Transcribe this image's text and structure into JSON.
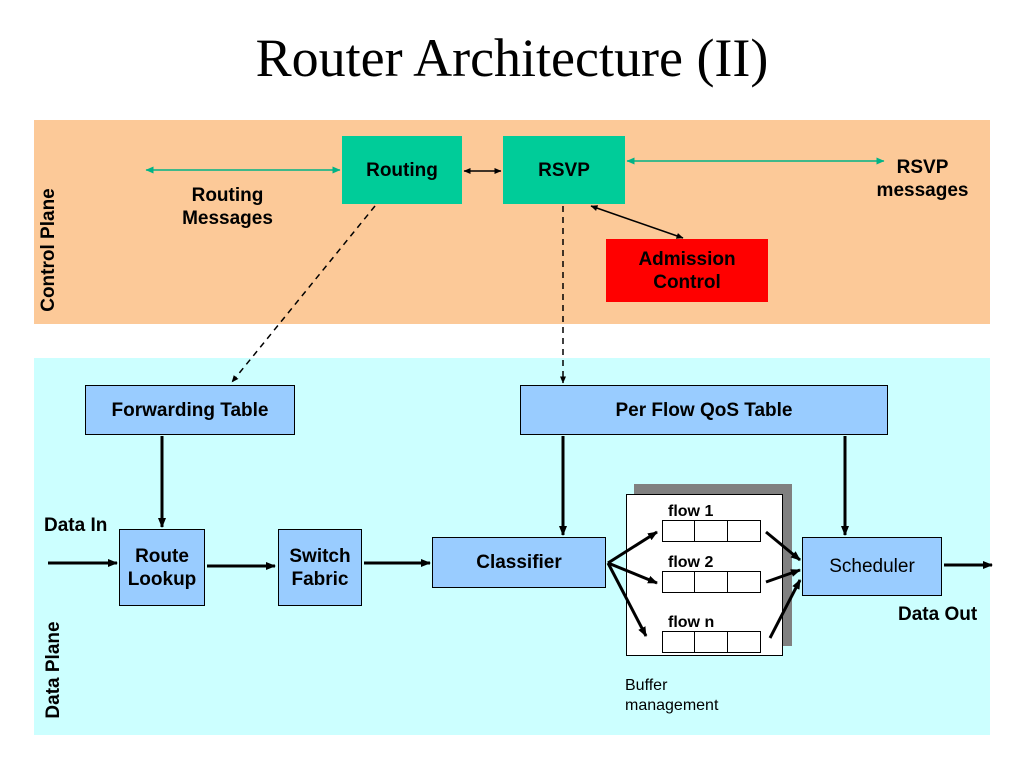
{
  "slide": {
    "title": "Router Architecture (II)"
  },
  "control_plane": {
    "label": "Control Plane",
    "routing_box": "Routing",
    "rsvp_box": "RSVP",
    "admission_box": "Admission\nControl",
    "routing_messages": "Routing\nMessages",
    "rsvp_messages": "RSVP\nmessages"
  },
  "data_plane": {
    "label": "Data Plane",
    "forwarding_table": "Forwarding Table",
    "qos_table": "Per Flow QoS Table",
    "route_lookup": "Route\nLookup",
    "switch_fabric": "Switch\nFabric",
    "classifier": "Classifier",
    "scheduler": "Scheduler",
    "data_in": "Data In",
    "data_out": "Data Out",
    "flows": [
      "flow 1",
      "flow 2",
      "flow n"
    ],
    "buffer_management": "Buffer\nmanagement"
  },
  "colors": {
    "control_band": "#fcc998",
    "data_band": "#ccffff",
    "green_box": "#00cc99",
    "red_box": "#ff0000",
    "blue_box": "#99ccff",
    "message_arrow": "#00b386"
  }
}
